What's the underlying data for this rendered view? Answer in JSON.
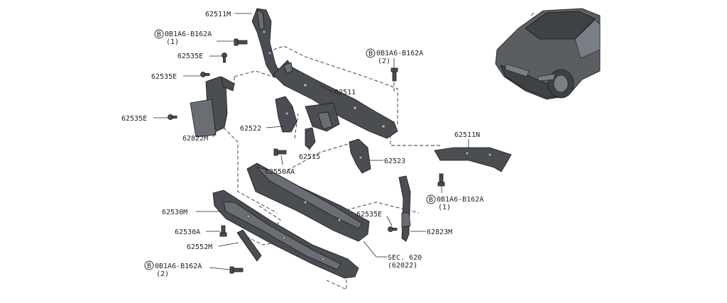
{
  "labels": {
    "p62511M": "62511M",
    "bolt_top_code": "0B1A6-B162A",
    "bolt_top_qty": "(1)",
    "p62535E_a": "62535E",
    "p62535E_b": "62535E",
    "p62535E_c": "62535E",
    "p62822M": "62822M",
    "p62522": "62522",
    "p62511": "62511",
    "bolt_right_code": "0B1A6-B162A",
    "bolt_right_qty": "(2)",
    "p62515": "62515",
    "p62550AA": "62550AA",
    "p62523": "62523",
    "p62511N": "62511N",
    "bolt_rn_code": "0B1A6-B162A",
    "bolt_rn_qty": "(1)",
    "p62530M": "62530M",
    "p62530A": "62530A",
    "p62552M": "62552M",
    "bolt_bottom_code": "0B1A6-B162A",
    "bolt_bottom_qty": "(2)",
    "p62535E_d": "62535E",
    "p62823M": "62823M",
    "sec_ref": "SEC. 620",
    "sec_sub": "(62022)",
    "circle_letter": "B"
  },
  "icons": [
    "bolt-icon",
    "clip-icon",
    "car-front-icon"
  ]
}
